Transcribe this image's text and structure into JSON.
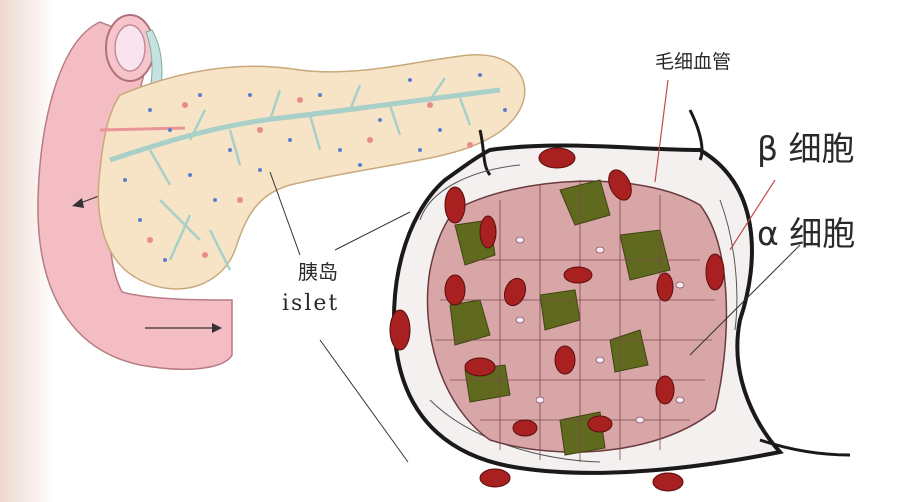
{
  "labels": {
    "capillary": "毛细血管",
    "beta_cell": "β 细胞",
    "alpha_cell": "α 细胞",
    "islet_cn": "胰岛",
    "islet_en": "islet"
  },
  "colors": {
    "duodenum": "#f3b6be",
    "pancreas": "#f7e3c4",
    "duct": "#b9d6cf",
    "beta_cell": "#d9a3a3",
    "alpha_cell": "#6b6e1c",
    "capillary_rbc": "#a8201f",
    "outline": "#1a1a1a"
  },
  "icons": {
    "pancreas": "pancreas-illustration",
    "islet": "islet-cross-section"
  }
}
